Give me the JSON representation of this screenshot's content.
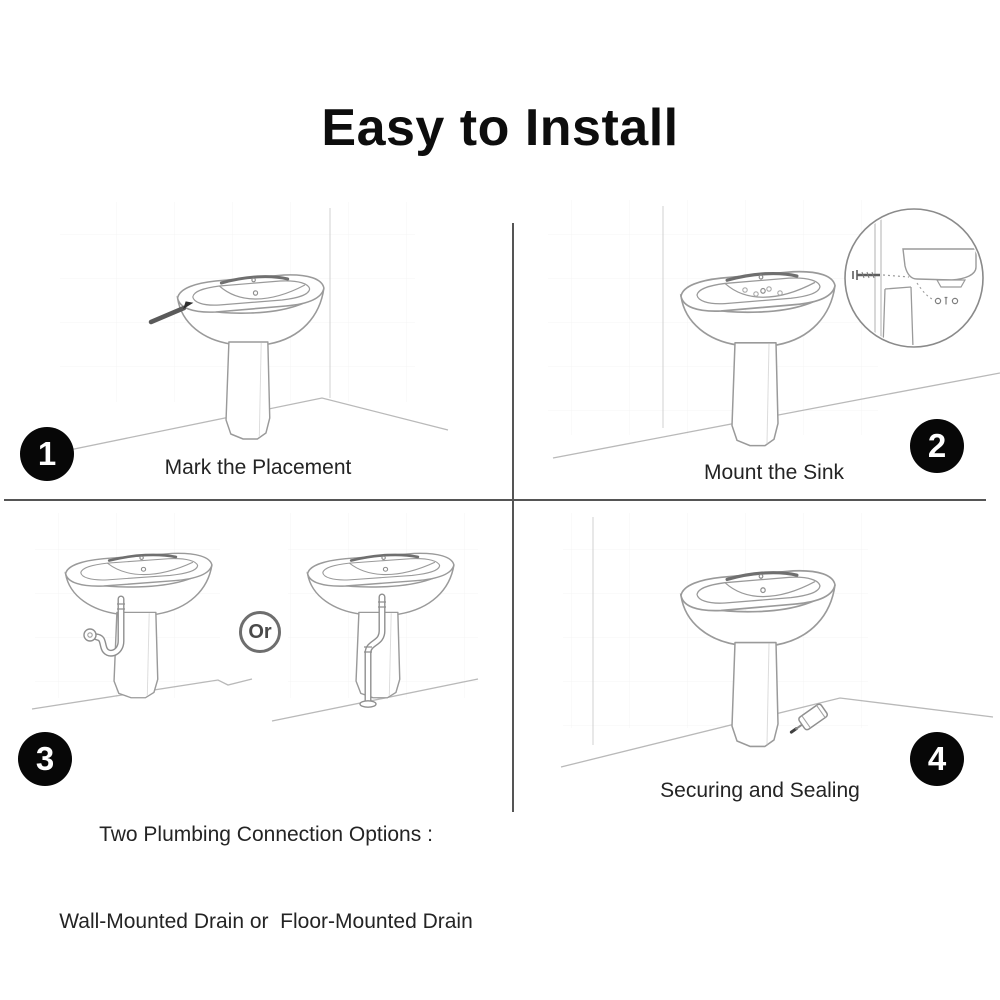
{
  "title": "Easy to Install",
  "steps": [
    {
      "number": "1",
      "caption": "Mark the Placement"
    },
    {
      "number": "2",
      "caption": "Mount the Sink"
    },
    {
      "number": "3",
      "caption_line1": "Two Plumbing Connection Options :",
      "caption_line2": "Wall-Mounted Drain or  Floor-Mounted Drain"
    },
    {
      "number": "4",
      "caption": "Securing and Sealing"
    }
  ],
  "or_label": "Or",
  "colors": {
    "background": "#ffffff",
    "title_text": "#0d0d0d",
    "caption_text": "#242424",
    "divider": "#555555",
    "badge_background": "#070707",
    "badge_text": "#ffffff",
    "line_art": "#9a9a9a",
    "scene_lines": "#c4c4c4",
    "or_circle": "#6e6e6e"
  }
}
